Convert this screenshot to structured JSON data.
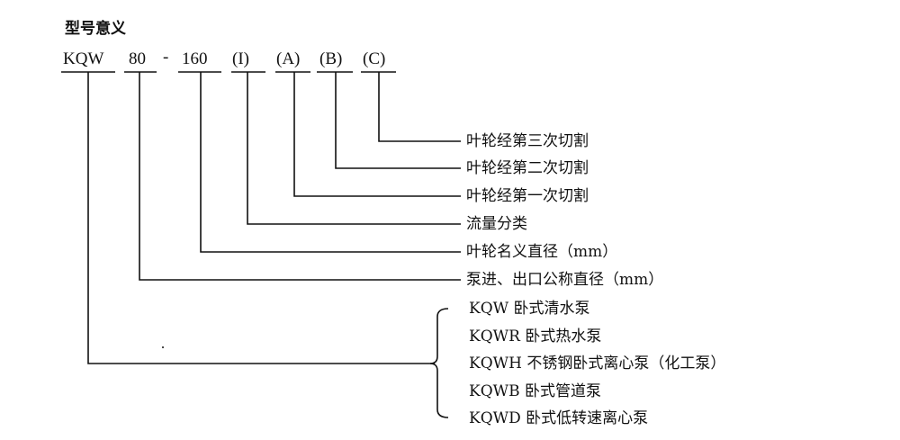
{
  "title": "型号意义",
  "model_code": {
    "series": "KQW",
    "separator1": "80",
    "dash": "-",
    "impeller": "160",
    "flow": "(I)",
    "cut_a": "(A)",
    "cut_b": "(B)",
    "cut_c": "(C)"
  },
  "explanations": {
    "cut_c": "叶轮经第三次切割",
    "cut_b": "叶轮经第二次切割",
    "cut_a": "叶轮经第一次切割",
    "flow": "流量分类",
    "impeller": "叶轮名义直径（mm）",
    "port": "泵进、出口公称直径（mm）"
  },
  "types": [
    "KQW 卧式清水泵",
    "KQWR 卧式热水泵",
    "KQWH 不锈钢卧式离心泵（化工泵）",
    "KQWB 卧式管道泵",
    "KQWD 卧式低转速离心泵"
  ]
}
